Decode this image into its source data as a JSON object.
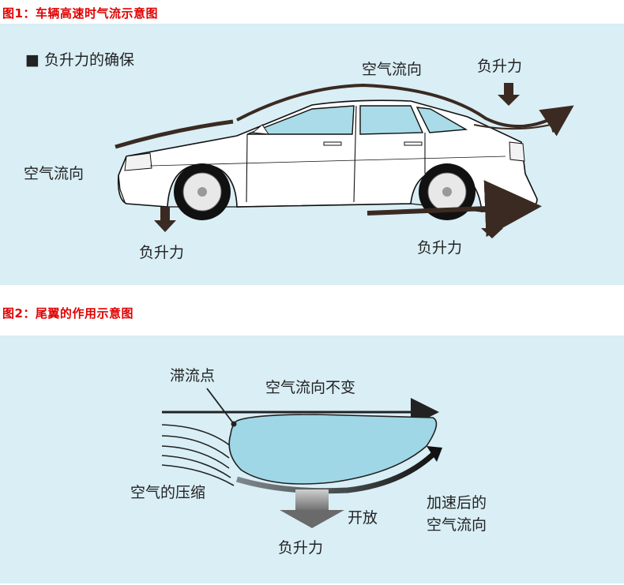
{
  "figure1": {
    "caption": "图1：车辆高速时气流示意图",
    "subtitle": "■ 负升力的确保",
    "labels": {
      "airflow_top": "空气流向",
      "airflow_front": "空气流向",
      "downforce_top": "负升力",
      "downforce_front": "负升力",
      "downforce_rear": "负升力"
    }
  },
  "figure2": {
    "caption": "图2：尾翼的作用示意图",
    "labels": {
      "stagnation_point": "滞流点",
      "airflow_unchanged": "空气流向不变",
      "air_compression": "空气的压缩",
      "opening": "开放",
      "downforce": "负升力",
      "accelerated_airflow_line1": "加速后的",
      "accelerated_airflow_line2": "空气流向"
    }
  },
  "colors": {
    "caption": "#e00000",
    "panel_background": "#d9eef5",
    "glass": "#a9dbe8",
    "arrow_dark": "#3a2a22",
    "wing": "#9fd7e6"
  }
}
